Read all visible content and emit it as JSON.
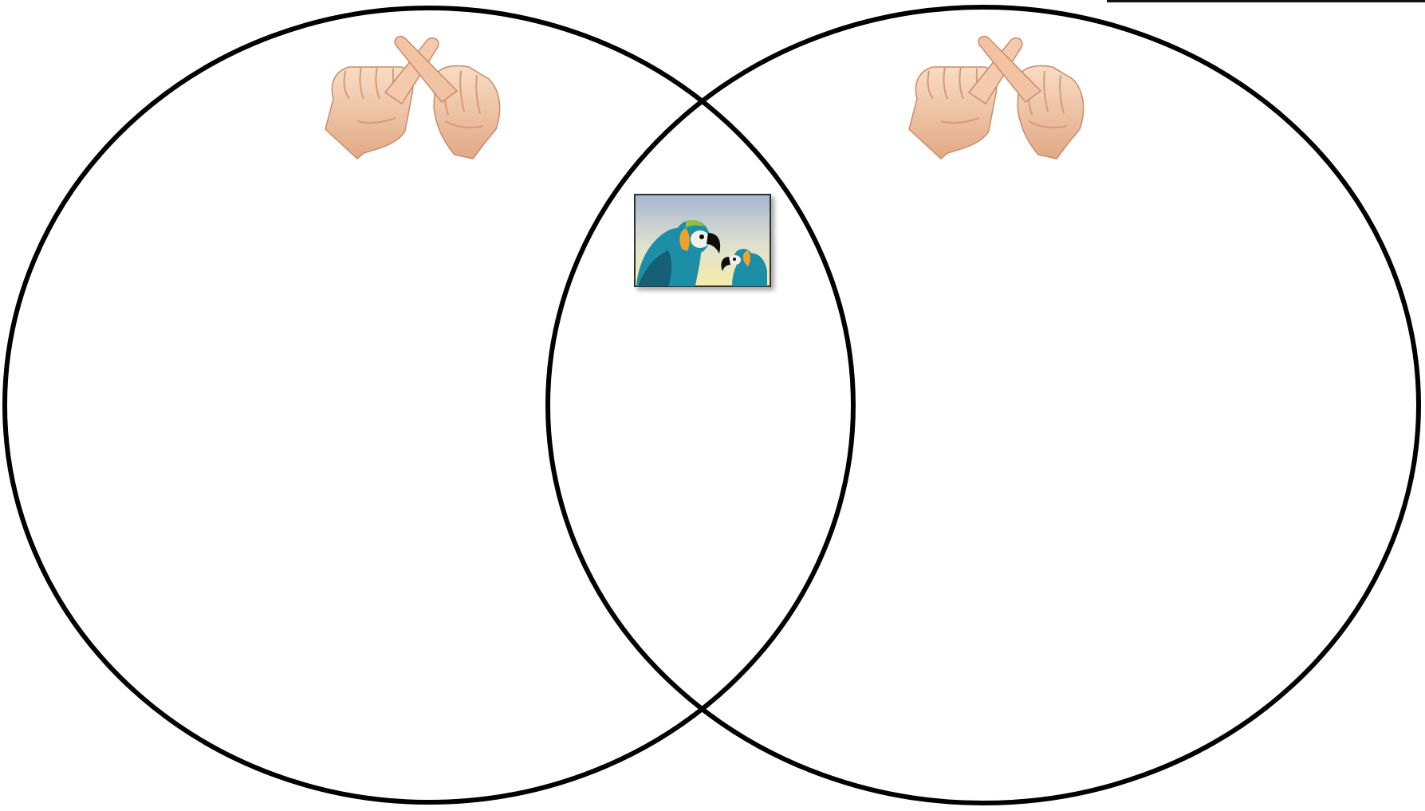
{
  "diagram": {
    "type": "venn",
    "sets": 2,
    "left_set_icon": "crossed-fingers-icon",
    "right_set_icon": "crossed-fingers-icon",
    "intersection_icon": "parrots-picture-icon",
    "outline_color": "#000000",
    "background_color": "#ffffff"
  },
  "header": {
    "name_blank_icon": "name-underline"
  },
  "colors": {
    "skin_light": "#f6d3b8",
    "skin_mid": "#e8b08e",
    "skin_dark": "#c98c6a",
    "sky_top": "#a7b6d2",
    "sky_bottom": "#f6eda8",
    "parrot_teal": "#1f8fa6",
    "parrot_dark": "#135e75",
    "parrot_orange": "#f0a12a",
    "parrot_yellow": "#f2d24a",
    "beak_black": "#111111",
    "face_white": "#f1f1ee"
  }
}
